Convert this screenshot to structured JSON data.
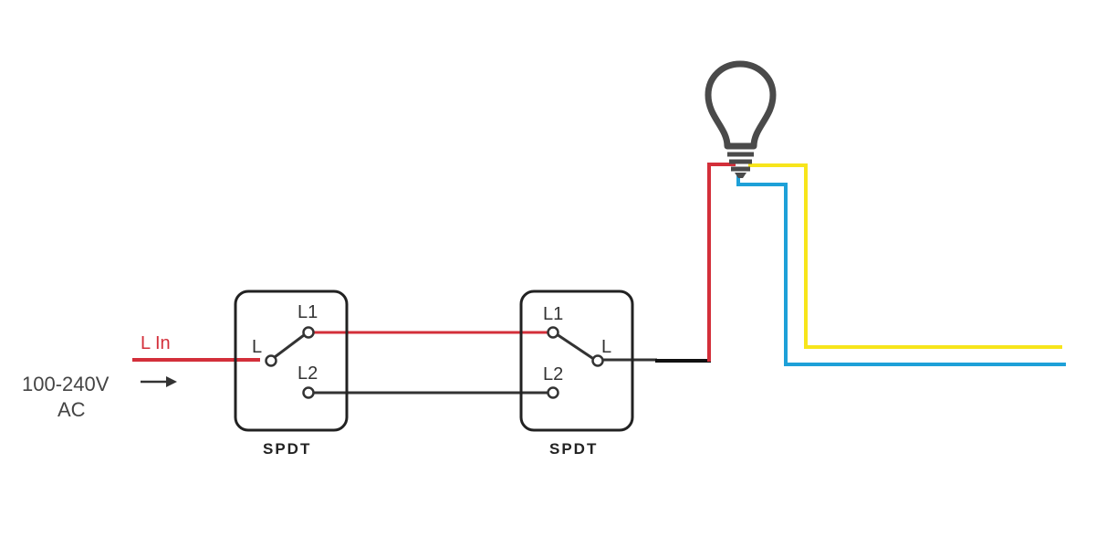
{
  "source": {
    "label": "L In",
    "voltage_line1": "100-240V",
    "voltage_line2": "AC"
  },
  "switch_left": {
    "caption": "SPDT",
    "common": "L",
    "throw1": "L1",
    "throw2": "L2"
  },
  "switch_right": {
    "caption": "SPDT",
    "common": "L",
    "throw1": "L1",
    "throw2": "L2"
  },
  "colors": {
    "live": "#d32f3a",
    "traveler": "#333333",
    "neutral": "#1ea0d8",
    "earth": "#f7e51b",
    "outline": "#222222",
    "bulb": "#4a4a4a"
  },
  "icons": {
    "bulb": "light-bulb-icon",
    "arrow": "arrow-right-icon"
  }
}
